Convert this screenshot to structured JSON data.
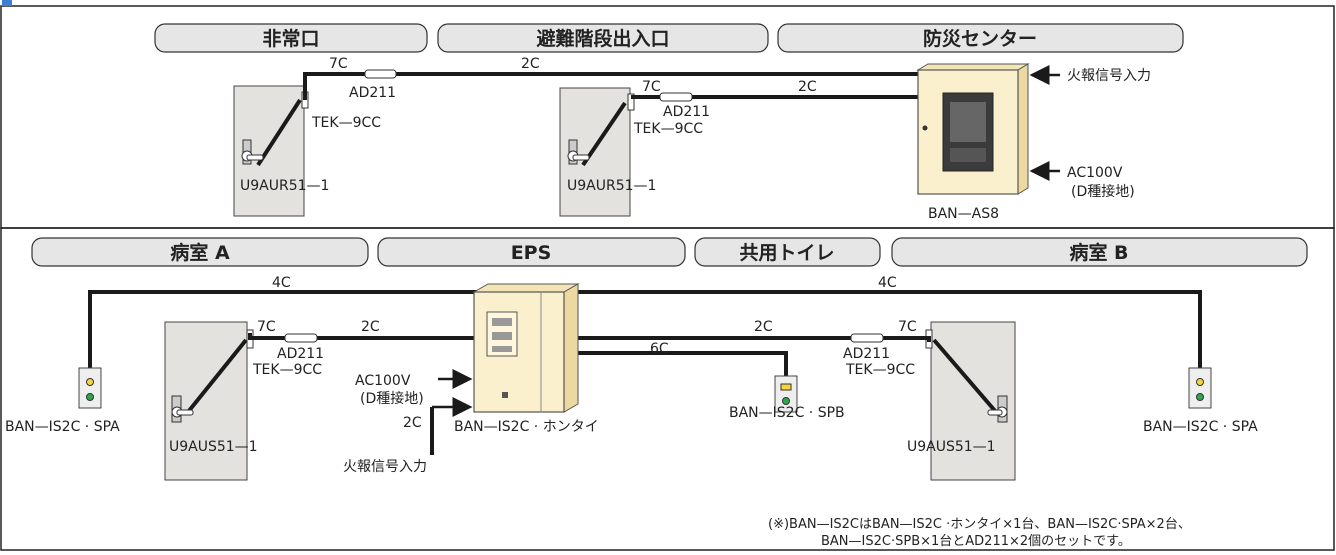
{
  "top": {
    "pills": [
      "非常口",
      "避難階段出入口",
      "防災センター"
    ],
    "labels": {
      "c7": "7C",
      "c2a": "2C",
      "ad_a": "AD211",
      "tek_a": "TEK—9CC",
      "u9_a": "U9AUR51—1",
      "c7b": "7C",
      "ad_b": "AD211",
      "tek_b": "TEK—9CC",
      "u9_b": "U9AUR51—1",
      "c2b": "2C",
      "fire_in": "火報信号入力",
      "ac": "AC100V",
      "ground": "(D種接地)",
      "ban_as8": "BAN—AS8"
    }
  },
  "bottom": {
    "pills": [
      "病室 A",
      "EPS",
      "共用トイレ",
      "病室 B"
    ],
    "labels": {
      "c4_left": "4C",
      "c4_right": "4C",
      "c7_l": "7C",
      "c2_l": "2C",
      "ad_l": "AD211",
      "tek_l": "TEK—9CC",
      "u9_l": "U9AUS51—1",
      "spa_l": "BAN—IS2C · SPA",
      "ac": "AC100V",
      "ground": "(D種接地)",
      "c2_in": "2C",
      "fire_in": "火報信号入力",
      "main": "BAN—IS2C · ホンタイ",
      "c6": "6C",
      "c2_r": "2C",
      "spb": "BAN—IS2C · SPB",
      "c7_r": "7C",
      "ad_r": "AD211",
      "tek_r": "TEK—9CC",
      "u9_r": "U9AUS51—1",
      "spa_r": "BAN—IS2C · SPA"
    },
    "note_line1": "(※)BAN—IS2CはBAN—IS2C ·ホンタイ×1台、BAN—IS2C·SPA×2台、",
    "note_line2": "BAN—IS2C·SPB×1台とAD211×2個のセットです。"
  },
  "colors": {
    "door": "#e3e2df",
    "cabinet": "#fbf0cd",
    "pill": "#e6e6e6",
    "line": "#1a1a1a",
    "lamp_yellow": "#f6d53a",
    "lamp_green": "#2da84a"
  }
}
